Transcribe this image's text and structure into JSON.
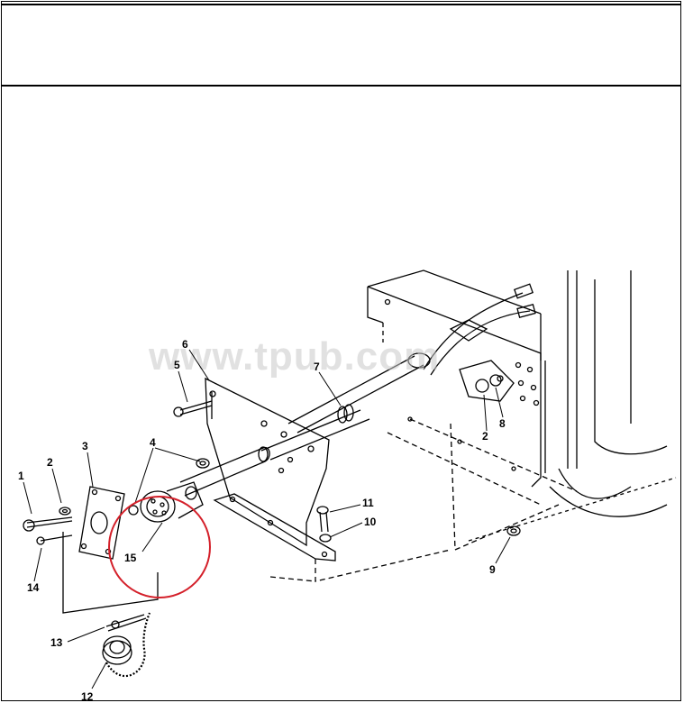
{
  "watermark": "www.tpub.com",
  "callouts": [
    {
      "id": "1",
      "label": "1"
    },
    {
      "id": "2a",
      "label": "2"
    },
    {
      "id": "3",
      "label": "3"
    },
    {
      "id": "4",
      "label": "4"
    },
    {
      "id": "5",
      "label": "5"
    },
    {
      "id": "6",
      "label": "6"
    },
    {
      "id": "7",
      "label": "7"
    },
    {
      "id": "2b",
      "label": "2"
    },
    {
      "id": "8",
      "label": "8"
    },
    {
      "id": "9",
      "label": "9"
    },
    {
      "id": "10",
      "label": "10"
    },
    {
      "id": "11",
      "label": "11"
    },
    {
      "id": "12",
      "label": "12"
    },
    {
      "id": "13",
      "label": "13"
    },
    {
      "id": "14",
      "label": "14"
    },
    {
      "id": "15",
      "label": "15"
    }
  ],
  "highlight_color": "#d4202a"
}
